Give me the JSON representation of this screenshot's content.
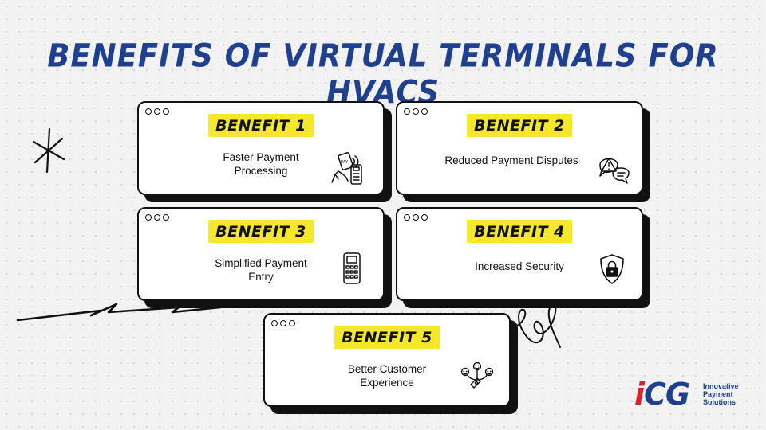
{
  "title": "BENEFITS OF VIRTUAL TERMINALS FOR HVACS",
  "cards": [
    {
      "label": "BENEFIT 1",
      "line1": "Faster Payment",
      "line2": "Processing",
      "icon": "contactless-payment-icon"
    },
    {
      "label": "BENEFIT 2",
      "line1": "Reduced Payment Disputes",
      "line2": "",
      "icon": "dispute-warning-icon"
    },
    {
      "label": "BENEFIT 3",
      "line1": "Simplified Payment",
      "line2": "Entry",
      "icon": "card-terminal-icon"
    },
    {
      "label": "BENEFIT 4",
      "line1": "Increased Security",
      "line2": "",
      "icon": "shield-lock-icon"
    },
    {
      "label": "BENEFIT 5",
      "line1": "Better Customer",
      "line2": "Experience",
      "icon": "customer-network-icon"
    }
  ],
  "logo": {
    "prefix": "i",
    "main": "CG",
    "line1": "Innovative",
    "line2": "Payment",
    "line3": "Solutions"
  },
  "colors": {
    "title": "#1f3f8f",
    "label_bg": "#f5e82a",
    "logo_red": "#d9232d",
    "background": "#f2f2f2"
  }
}
